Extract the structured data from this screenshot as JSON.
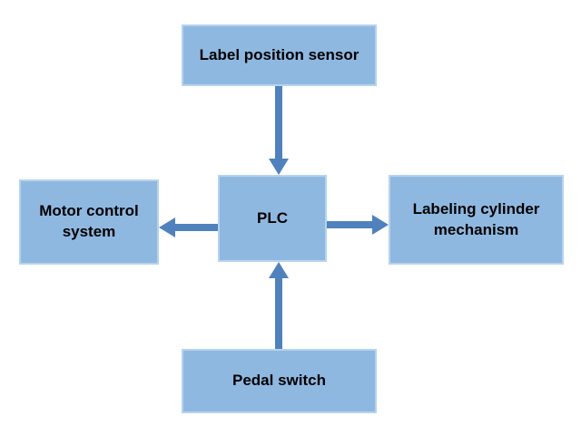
{
  "diagram": {
    "nodes": {
      "label_position_sensor": {
        "label": "Label position sensor"
      },
      "motor_control_system": {
        "label": "Motor control system"
      },
      "plc": {
        "label": "PLC"
      },
      "labeling_cylinder_mechanism": {
        "label": "Labeling cylinder mechanism"
      },
      "pedal_switch": {
        "label": "Pedal switch"
      }
    },
    "edges": [
      {
        "from": "label_position_sensor",
        "to": "plc",
        "direction": "down"
      },
      {
        "from": "plc",
        "to": "motor_control_system",
        "direction": "left"
      },
      {
        "from": "plc",
        "to": "labeling_cylinder_mechanism",
        "direction": "right"
      },
      {
        "from": "pedal_switch",
        "to": "plc",
        "direction": "up"
      }
    ],
    "colors": {
      "box_fill": "#8fb8e1",
      "box_border": "#b6d3ee",
      "arrow": "#4f81bd",
      "text": "#000000",
      "background": "#ffffff"
    }
  }
}
